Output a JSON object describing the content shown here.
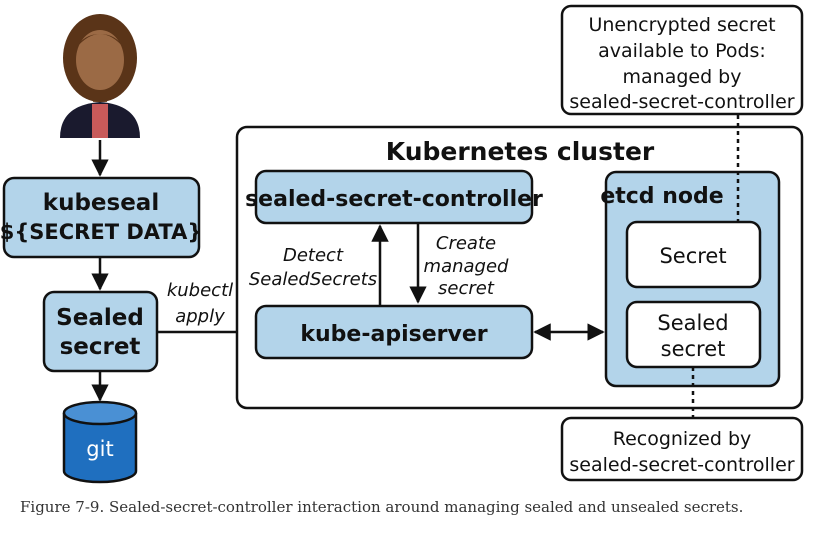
{
  "diagram": {
    "cluster_title": "Kubernetes cluster",
    "kubeseal": {
      "line1": "kubeseal",
      "line2": "${SECRET DATA}"
    },
    "sealed_secret": {
      "line1": "Sealed",
      "line2": "secret"
    },
    "git": "git",
    "kubectl_apply": {
      "line1": "kubectl",
      "line2": "apply"
    },
    "controller": "sealed-secret-controller",
    "apiserver": "kube-apiserver",
    "detect": {
      "line1": "Detect",
      "line2": "SealedSecrets"
    },
    "create": {
      "line1": "Create",
      "line2": "managed",
      "line3": "secret"
    },
    "etcd_title": "etcd node",
    "etcd_secret": "Secret",
    "etcd_sealed": {
      "line1": "Sealed",
      "line2": "secret"
    },
    "callout_top": {
      "line1": "Unencrypted secret",
      "line2": "available to Pods:",
      "line3": "managed by",
      "line4": "sealed-secret-controller"
    },
    "callout_bottom": {
      "line1": "Recognized by",
      "line2": "sealed-secret-controller"
    }
  },
  "caption": "Figure 7-9. Sealed-secret-controller interaction around managing sealed and unsealed secrets.",
  "colors": {
    "box_fill": "#b3d4ea",
    "git_fill": "#1f6fbf",
    "stroke": "#111111"
  }
}
